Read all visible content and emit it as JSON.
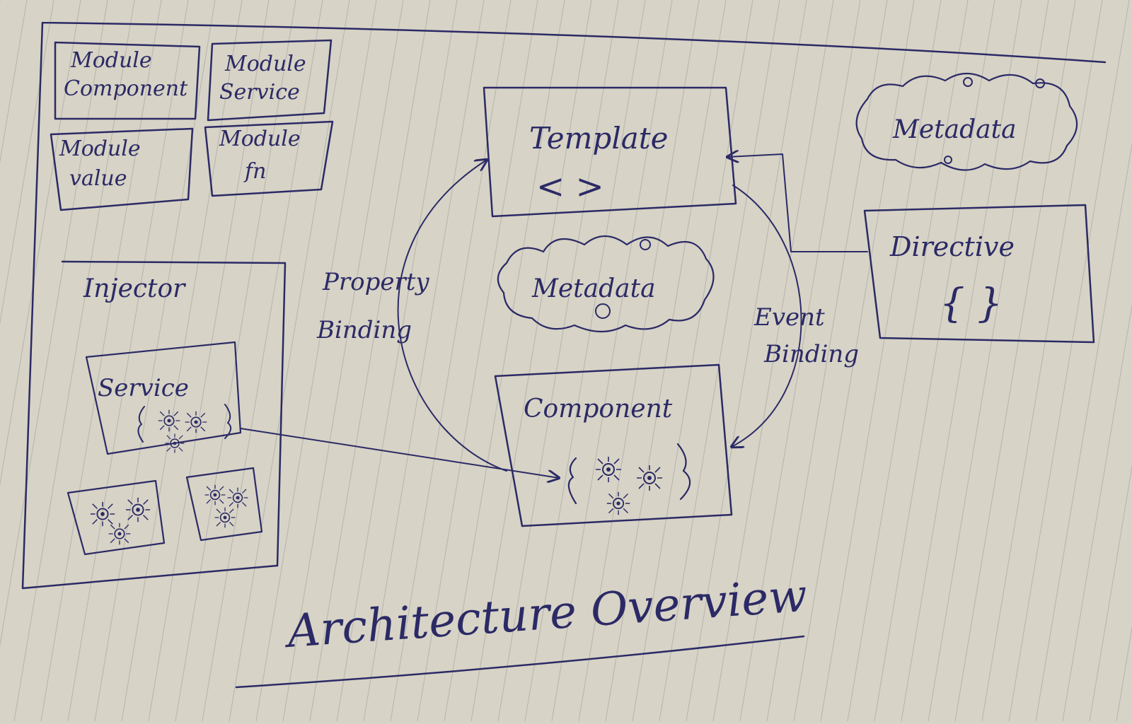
{
  "title": "Architecture Overview",
  "modules": {
    "component": [
      "Module",
      "Component"
    ],
    "service": [
      "Module",
      "Service"
    ],
    "value": [
      "Module",
      "value"
    ],
    "fn": [
      "Module",
      "fn"
    ]
  },
  "injector": {
    "label": "Injector",
    "service_label": "Service"
  },
  "template": {
    "label": "Template",
    "symbol": "< >"
  },
  "metadata_center": "Metadata",
  "metadata_right": "Metadata",
  "component": {
    "label": "Component"
  },
  "directive": {
    "label": "Directive",
    "symbol": "{ }"
  },
  "property_binding": [
    "Property",
    "Binding"
  ],
  "event_binding": [
    "Event",
    "Binding"
  ],
  "colors": {
    "ink": "#2b2a66",
    "paper": "#d7d3c6",
    "lines": "#9a9a9c"
  }
}
